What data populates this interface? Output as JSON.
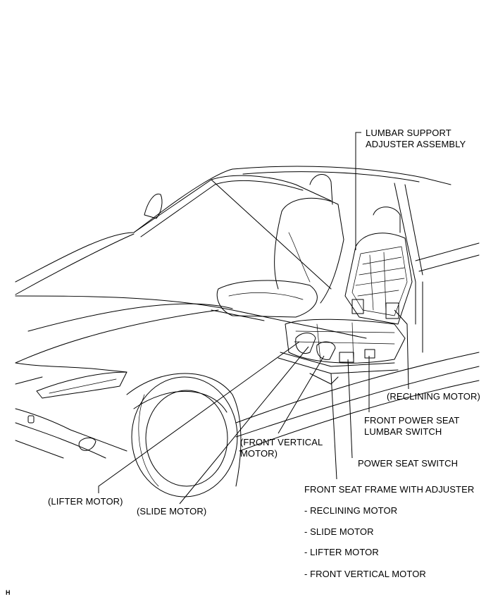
{
  "labels": {
    "lumbar_support": [
      "LUMBAR SUPPORT",
      "ADJUSTER ASSEMBLY"
    ],
    "reclining_motor": "(RECLINING MOTOR)",
    "front_power_seat_lumbar_switch": [
      "FRONT POWER SEAT",
      "LUMBAR SWITCH"
    ],
    "front_vertical_motor": [
      "(FRONT VERTICAL",
      "MOTOR)"
    ],
    "power_seat_switch": "POWER SEAT SWITCH",
    "front_seat_frame": "FRONT SEAT FRAME WITH ADJUSTER",
    "lifter_motor": "(LIFTER MOTOR)",
    "slide_motor": "(SLIDE MOTOR)",
    "frame_components": [
      "- RECLINING MOTOR",
      "- SLIDE MOTOR",
      "- LIFTER MOTOR",
      "- FRONT VERTICAL MOTOR"
    ]
  },
  "figure_code": "H"
}
